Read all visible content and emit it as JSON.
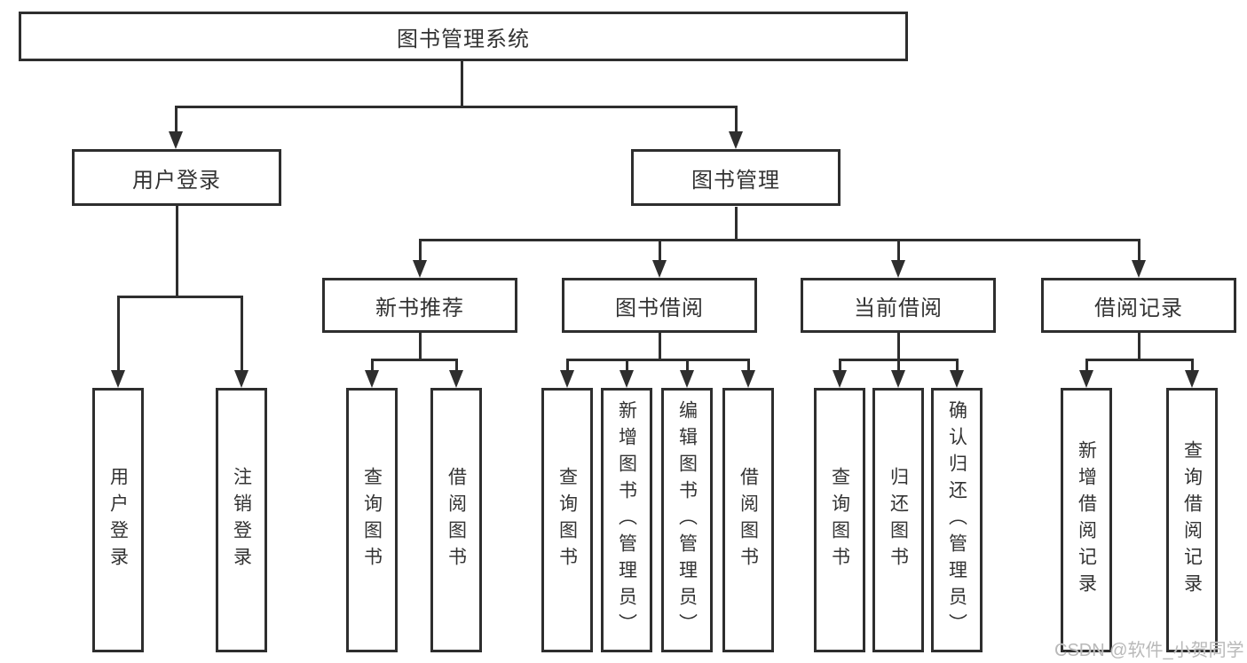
{
  "tree": {
    "root": "图书管理系统",
    "branches": [
      {
        "label": "用户登录",
        "children": [
          "用户登录",
          "注销登录"
        ]
      },
      {
        "label": "图书管理",
        "groups": [
          {
            "label": "新书推荐",
            "children": [
              "查询图书",
              "借阅图书"
            ]
          },
          {
            "label": "图书借阅",
            "children": [
              "查询图书",
              "新增图书（管理员）",
              "编辑图书（管理员）",
              "借阅图书"
            ]
          },
          {
            "label": "当前借阅",
            "children": [
              "查询图书",
              "归还图书",
              "确认归还（管理员）"
            ]
          },
          {
            "label": "借阅记录",
            "children": [
              "新增借阅记录",
              "查询借阅记录"
            ]
          }
        ]
      }
    ]
  },
  "watermark": "CSDN @软件_小贺同学",
  "colors": {
    "line": "#2e2e2e",
    "text": "#333333",
    "watermark": "#b9b9b9",
    "background": "#ffffff"
  }
}
